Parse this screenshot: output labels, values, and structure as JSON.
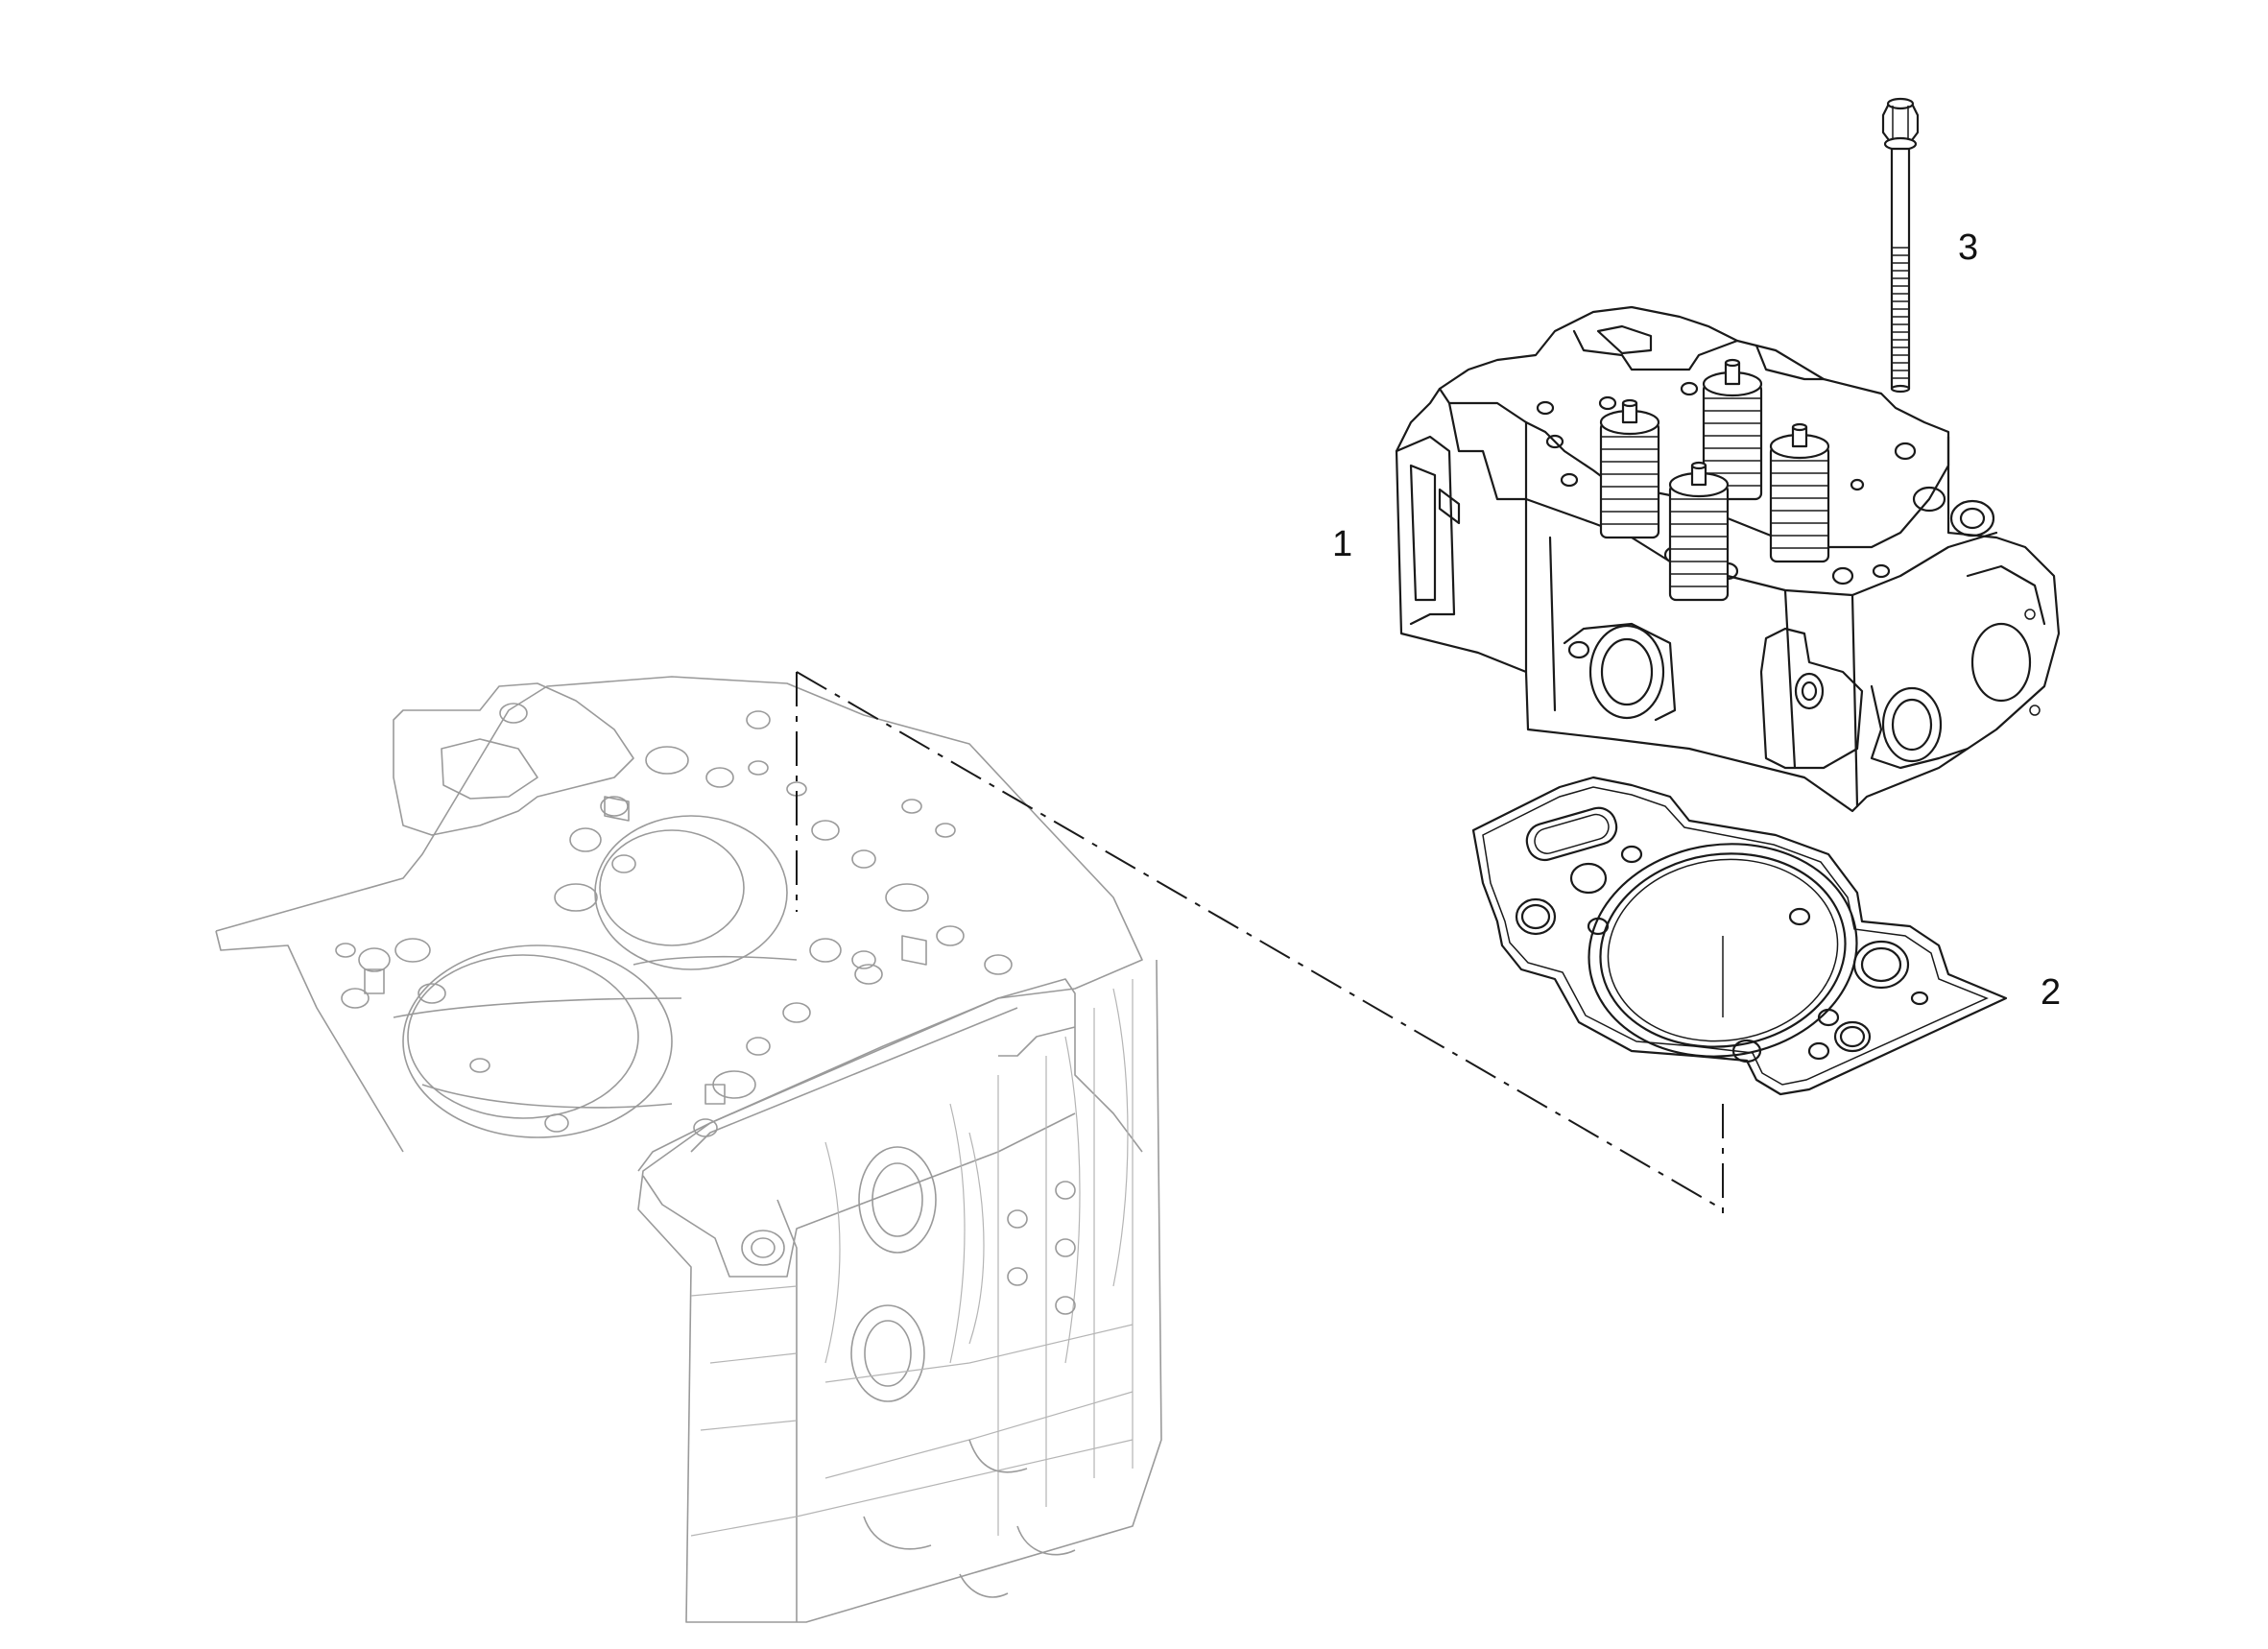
{
  "callouts": [
    {
      "label": "1"
    },
    {
      "label": "2"
    },
    {
      "label": "3"
    }
  ],
  "colors": {
    "background": "#ffffff",
    "ink": "#1a1a1a",
    "ghost": "#9a9a9a"
  }
}
